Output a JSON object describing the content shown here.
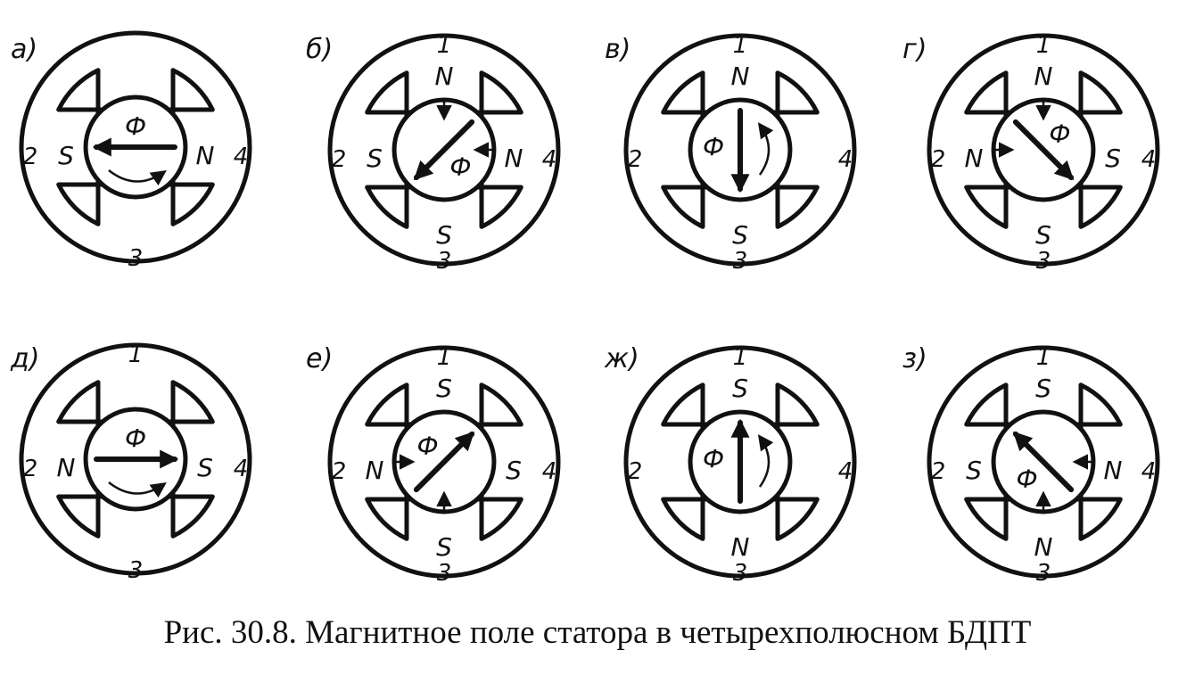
{
  "caption": "Рис. 30.8. Магнитное поле статора в четырехполюсном БДПТ",
  "flux_symbol": "Ф",
  "pole_numbers": [
    "1",
    "2",
    "3",
    "4"
  ],
  "panels": [
    {
      "label": "а)",
      "flux_angle_deg": 180,
      "rotation": "bottom",
      "poles": {
        "1": "",
        "2": "S",
        "3": "",
        "4": "N"
      },
      "small_arrows": [],
      "show_numbers": {
        "1": false,
        "2": true,
        "3": true,
        "4": true
      }
    },
    {
      "label": "б)",
      "flux_angle_deg": 225,
      "rotation": "",
      "poles": {
        "1": "N",
        "2": "S",
        "3": "S",
        "4": "N"
      },
      "small_arrows": [
        "1",
        "4"
      ],
      "show_numbers": {
        "1": true,
        "2": true,
        "3": true,
        "4": true
      }
    },
    {
      "label": "в)",
      "flux_angle_deg": 270,
      "rotation": "right",
      "poles": {
        "1": "N",
        "2": "",
        "3": "S",
        "4": ""
      },
      "small_arrows": [],
      "show_numbers": {
        "1": true,
        "2": true,
        "3": true,
        "4": true
      }
    },
    {
      "label": "г)",
      "flux_angle_deg": 315,
      "rotation": "",
      "poles": {
        "1": "N",
        "2": "N",
        "3": "S",
        "4": "S"
      },
      "small_arrows": [
        "1",
        "2"
      ],
      "show_numbers": {
        "1": true,
        "2": true,
        "3": true,
        "4": true
      }
    },
    {
      "label": "д)",
      "flux_angle_deg": 0,
      "rotation": "bottom",
      "poles": {
        "1": "",
        "2": "N",
        "3": "",
        "4": "S"
      },
      "small_arrows": [],
      "show_numbers": {
        "1": true,
        "2": true,
        "3": true,
        "4": true
      }
    },
    {
      "label": "е)",
      "flux_angle_deg": 45,
      "rotation": "",
      "poles": {
        "1": "S",
        "2": "N",
        "3": "S",
        "4": "S"
      },
      "small_arrows": [
        "2",
        "3"
      ],
      "show_numbers": {
        "1": true,
        "2": true,
        "3": true,
        "4": true
      }
    },
    {
      "label": "ж)",
      "flux_angle_deg": 90,
      "rotation": "right",
      "poles": {
        "1": "S",
        "2": "",
        "3": "N",
        "4": ""
      },
      "small_arrows": [],
      "show_numbers": {
        "1": true,
        "2": true,
        "3": true,
        "4": true
      }
    },
    {
      "label": "з)",
      "flux_angle_deg": 135,
      "rotation": "",
      "poles": {
        "1": "S",
        "2": "S",
        "3": "N",
        "4": "N"
      },
      "small_arrows": [
        "3",
        "4"
      ],
      "show_numbers": {
        "1": true,
        "2": true,
        "3": true,
        "4": true
      }
    }
  ]
}
